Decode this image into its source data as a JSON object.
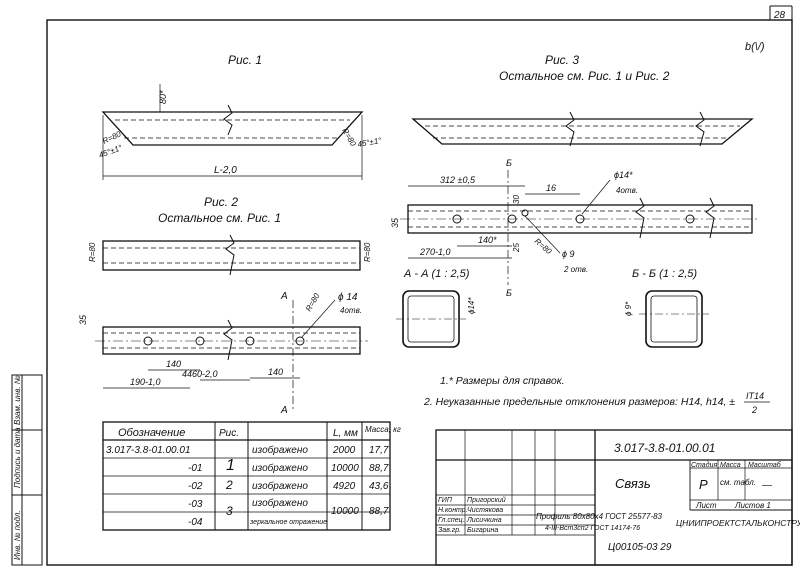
{
  "sheet": {
    "page_number": "28",
    "corner_mark": "b(\\/)",
    "footer_code": "Ц00105-03  29"
  },
  "fig1": {
    "title": "Рис. 1",
    "height_dim": "80*",
    "left_angle": "R=80",
    "left_angle2": "45°±1°",
    "right_angle": "R=80",
    "right_angle2": "45°±1°",
    "length_dim": "L-2,0"
  },
  "fig2": {
    "title": "Рис. 2",
    "subtitle": "Остальное  см. Рис. 1",
    "left_r": "R=80",
    "right_r": "R=80"
  },
  "fig3": {
    "title": "Рис. 3",
    "subtitle": "Остальное  см. Рис. 1 и Рис. 2"
  },
  "fig4": {
    "dim_312": "312 ±0,5",
    "dim_16": "16",
    "dim_30": "30",
    "dim_35": "35",
    "dim_270": "270-1,0",
    "dim_140": "140*",
    "dim_25": "25",
    "hole14": "ϕ14*",
    "hole14_count": "4отв.",
    "hole9": "ϕ 9",
    "hole9_count": "2 отв.",
    "r80": "R=80",
    "section_mark": "Б"
  },
  "fig5": {
    "dim_35": "35",
    "r80": "R=80",
    "hole": "ϕ 14",
    "hole_count": "4отв.",
    "dim_140": "140",
    "dim_4460": "4460-2,0",
    "dim_140b": "140",
    "dim_190": "190-1,0",
    "section_mark": "А"
  },
  "section_aa": {
    "title": "А - А (1 : 2,5)",
    "dim": "ϕ14*"
  },
  "section_bb": {
    "title": "Б - Б (1 : 2,5)",
    "dim": "ϕ 9*"
  },
  "notes": {
    "note1": "1.* Размеры  для  справок.",
    "note2": "2. Неуказанные  предельные  отклонения  размеров: H14, h14, ±",
    "note2_frac_top": "IT14",
    "note2_frac_bottom": "2"
  },
  "spec_table": {
    "headers": [
      "Обозначение",
      "Рис.",
      "",
      "L, мм",
      "Масса, кг"
    ],
    "rows": [
      [
        "3.017-3.8-01.00.01",
        "1",
        "изображено",
        "2000",
        "17,7"
      ],
      [
        "-01",
        "",
        "изображено",
        "10000",
        "88,7"
      ],
      [
        "-02",
        "2",
        "изображено",
        "4920",
        "43,6"
      ],
      [
        "-03",
        "3",
        "изображено",
        "10000",
        "88,7"
      ],
      [
        "-04",
        "",
        "зеркальное отражение",
        "",
        ""
      ]
    ]
  },
  "title_block": {
    "doc_code": "3.017-3.8-01.00.01",
    "name": "Связь",
    "stage_label": "Стадия",
    "mass_label": "Масса",
    "scale_label": "Масштаб",
    "stage": "Р",
    "mass": "см. табл.",
    "scale": "—",
    "sheet_label": "Лист",
    "sheets_label": "Листов 1",
    "roles": [
      "ГИП",
      "Н.контр.",
      "Гл.спец.",
      "Зав.гр."
    ],
    "people": [
      "Пригорский",
      "Чистякова",
      "Лисичкина",
      "Бигарина"
    ],
    "material": "Профиль 80х80х4 ГОСТ 25577-83",
    "material2": "4-III-Вст3сп2 ГОСТ 14174-76",
    "org": "ЦНИИПРОЕКТСТАЛЬКОНСТРУКЦИЯ"
  },
  "side_stamp": {
    "labels": [
      "Инв. № подл.",
      "Подпись и дата",
      "Взам. инв. №"
    ]
  }
}
